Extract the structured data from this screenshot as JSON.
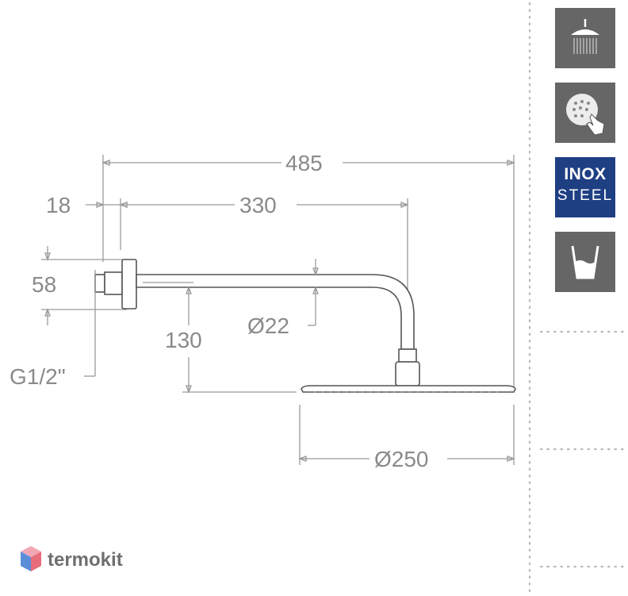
{
  "dimensions": {
    "total_length": "485",
    "flange_offset": "18",
    "arm_length": "330",
    "flange_height": "58",
    "pipe_diameter": "Ø22",
    "drop_height": "130",
    "thread": "G1/2\"",
    "head_diameter": "Ø250"
  },
  "features": [
    {
      "icon": "rain-shower-icon"
    },
    {
      "icon": "easy-clean-nozzles-icon"
    },
    {
      "icon": "inox-steel-badge",
      "line1": "INOX",
      "line2": "STEEL"
    },
    {
      "icon": "water-saving-icon"
    }
  ],
  "brand": {
    "name": "termokit"
  },
  "colors": {
    "dimension_text": "#8a8a8a",
    "icon_background": "#666666",
    "inox_background": "#1f3f83",
    "logo_top": "#f2a7b4",
    "logo_left": "#5b8ed9",
    "logo_right": "#e86c7a"
  }
}
